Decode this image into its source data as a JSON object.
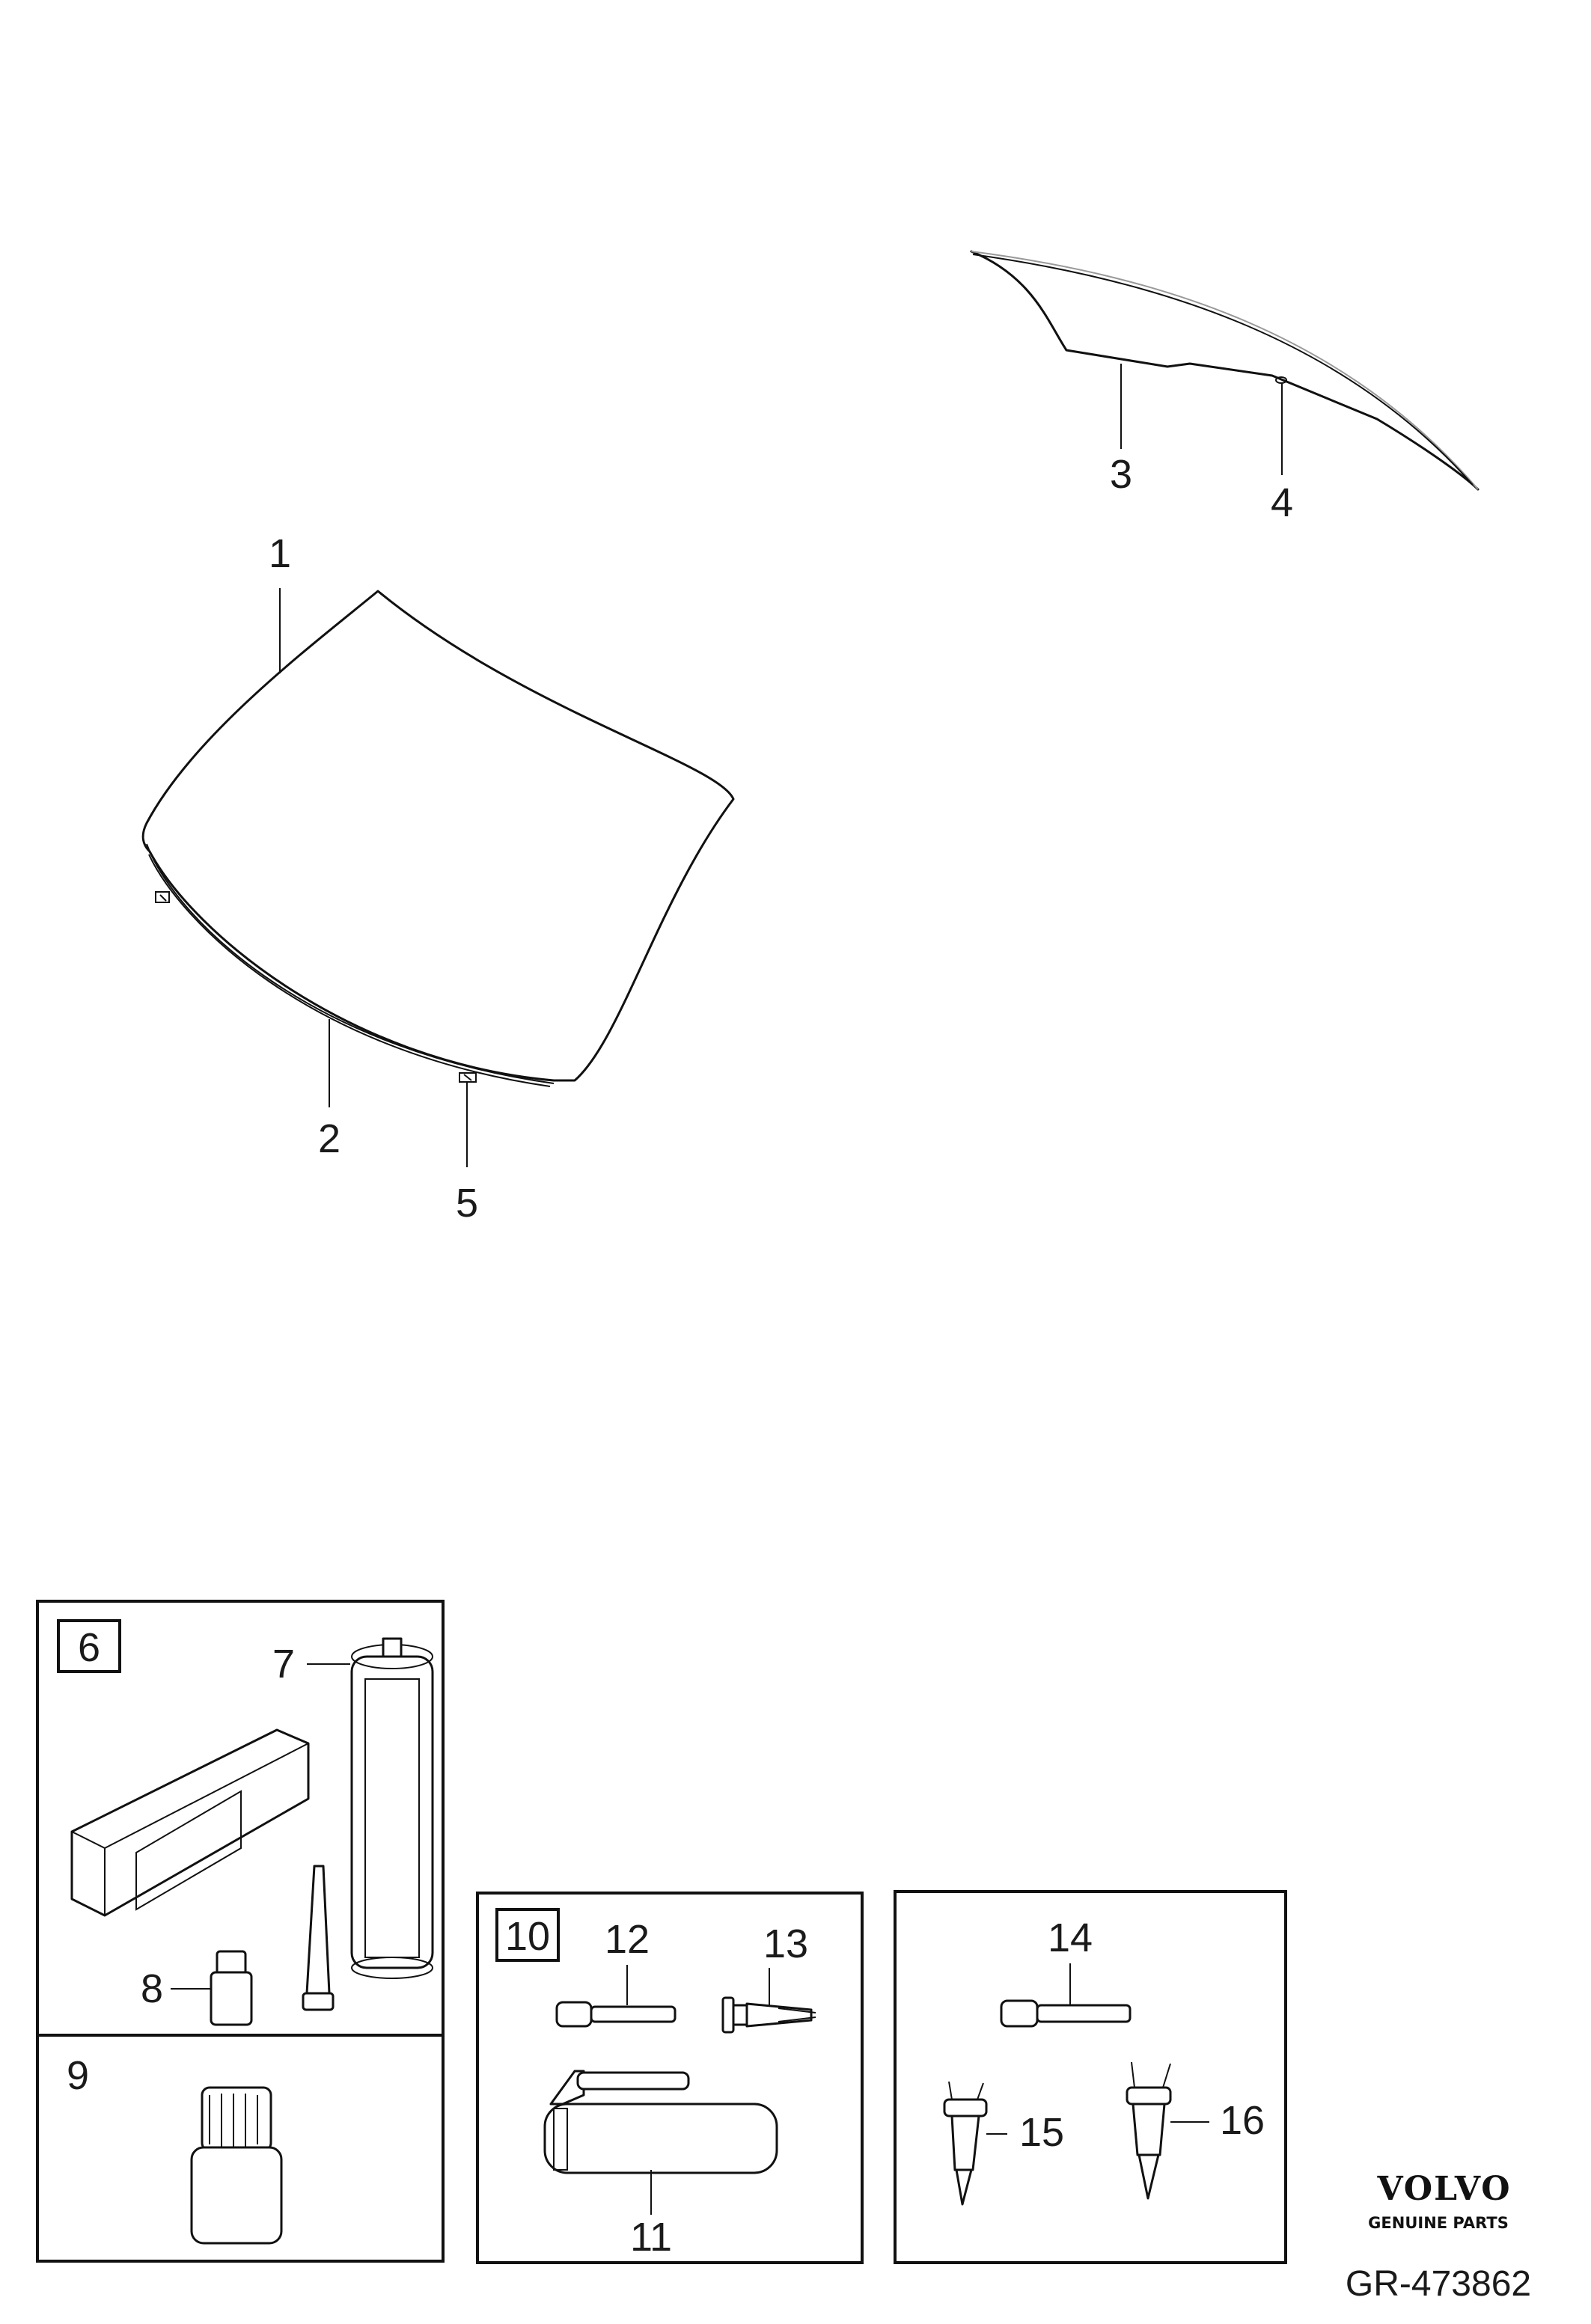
{
  "callouts": {
    "c1": "1",
    "c2": "2",
    "c3": "3",
    "c4": "4",
    "c5": "5",
    "c6": "6",
    "c7": "7",
    "c8": "8",
    "c9": "9",
    "c10": "10",
    "c11": "11",
    "c12": "12",
    "c13": "13",
    "c14": "14",
    "c15": "15",
    "c16": "16"
  },
  "brand": {
    "logo_text": "VOLVO",
    "tagline": "GENUINE PARTS"
  },
  "reference": "GR-473862"
}
